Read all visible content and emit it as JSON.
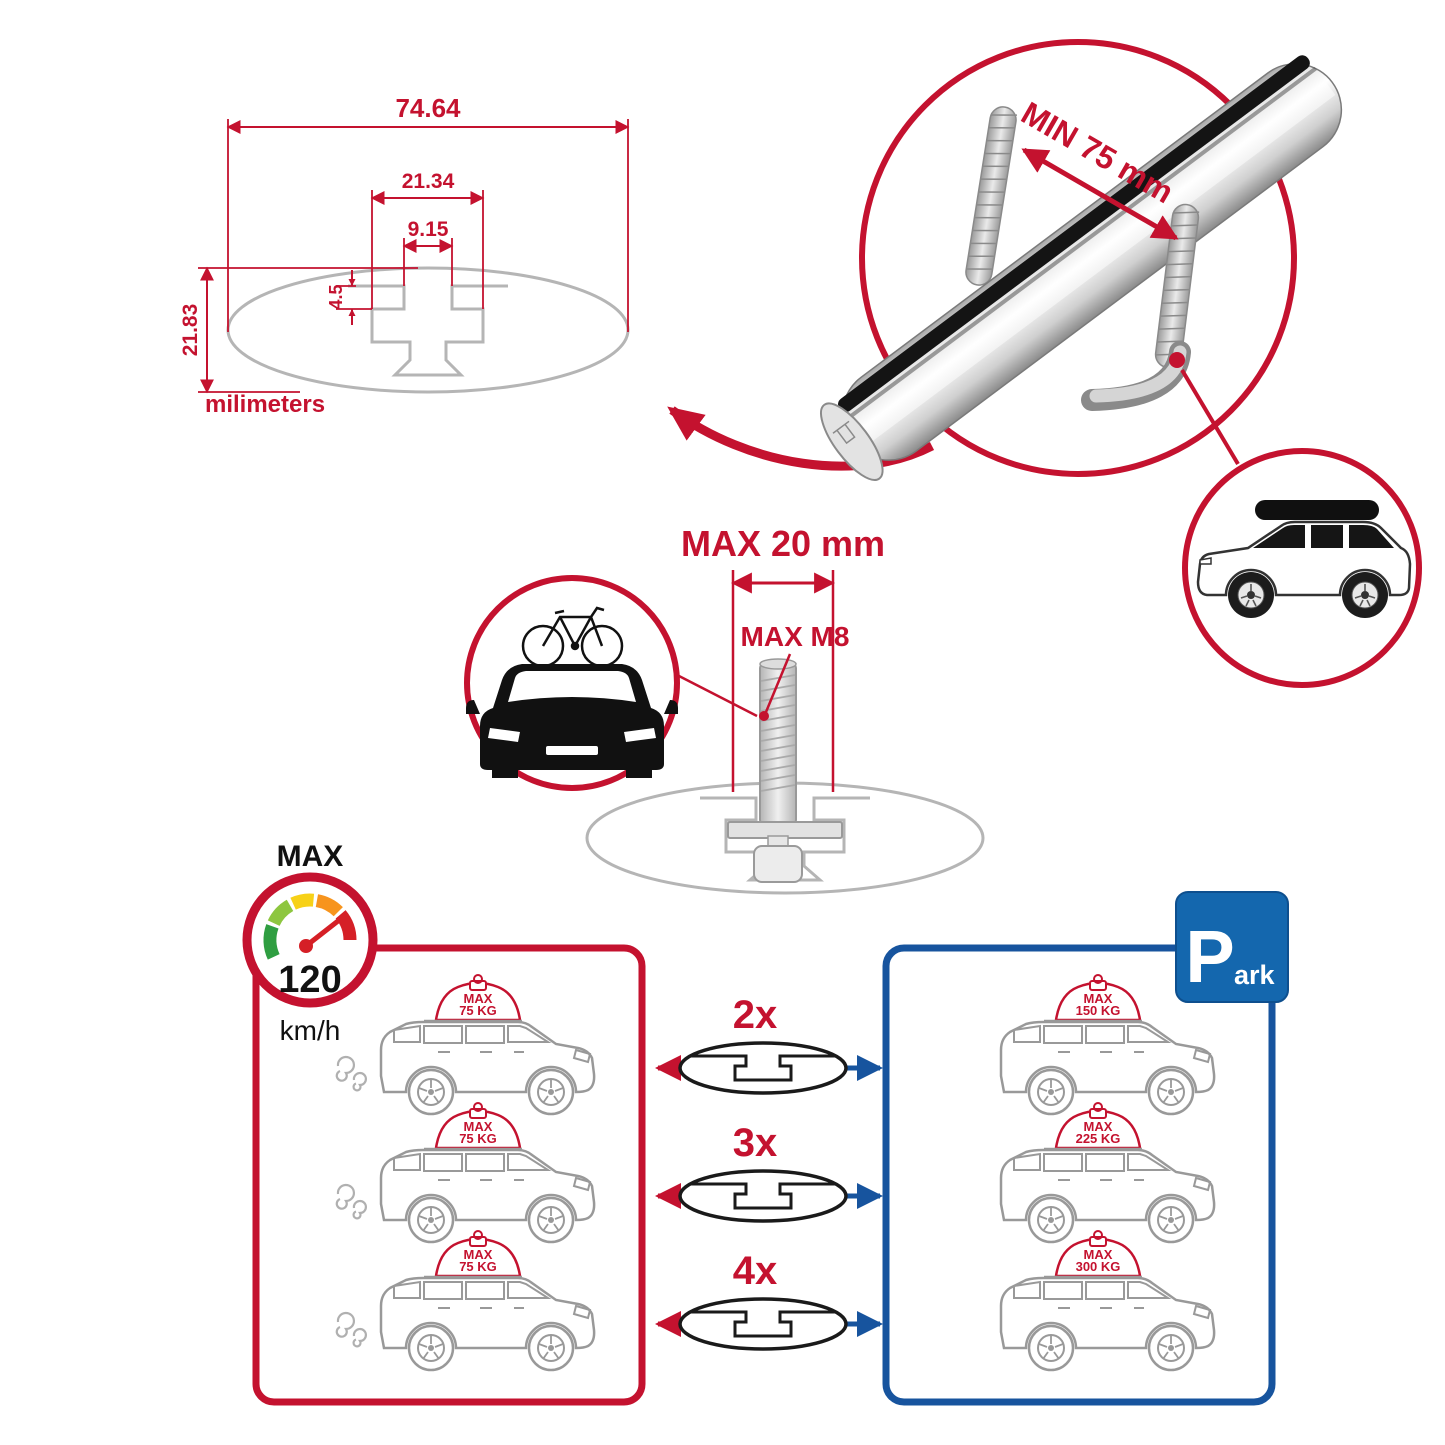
{
  "colors": {
    "red": "#c4122f",
    "blue": "#17549e",
    "gray_line": "#b5b5b5"
  },
  "cross_section": {
    "total_width": "74.64",
    "cavity_width": "21.34",
    "slot_width": "9.15",
    "step_depth": "4.5",
    "total_height": "21.83",
    "units_label": "milimeters"
  },
  "bar_zoom": {
    "min_clamp_spacing": "MIN 75 mm"
  },
  "bolt_zoom": {
    "max_length": "MAX 20 mm",
    "max_thread": "MAX M8"
  },
  "speed_limit": {
    "label": "MAX",
    "value": "120",
    "units": "km/h"
  },
  "park_sign": {
    "letter": "P",
    "rest": "ark"
  },
  "load_comparison": {
    "rows": [
      {
        "multiplier": "2x",
        "driving_max": "MAX",
        "driving_weight": "75 KG",
        "parked_max": "MAX",
        "parked_weight": "150 KG"
      },
      {
        "multiplier": "3x",
        "driving_max": "MAX",
        "driving_weight": "75 KG",
        "parked_max": "MAX",
        "parked_weight": "225 KG"
      },
      {
        "multiplier": "4x",
        "driving_max": "MAX",
        "driving_weight": "75 KG",
        "parked_max": "MAX",
        "parked_weight": "300 KG"
      }
    ]
  }
}
